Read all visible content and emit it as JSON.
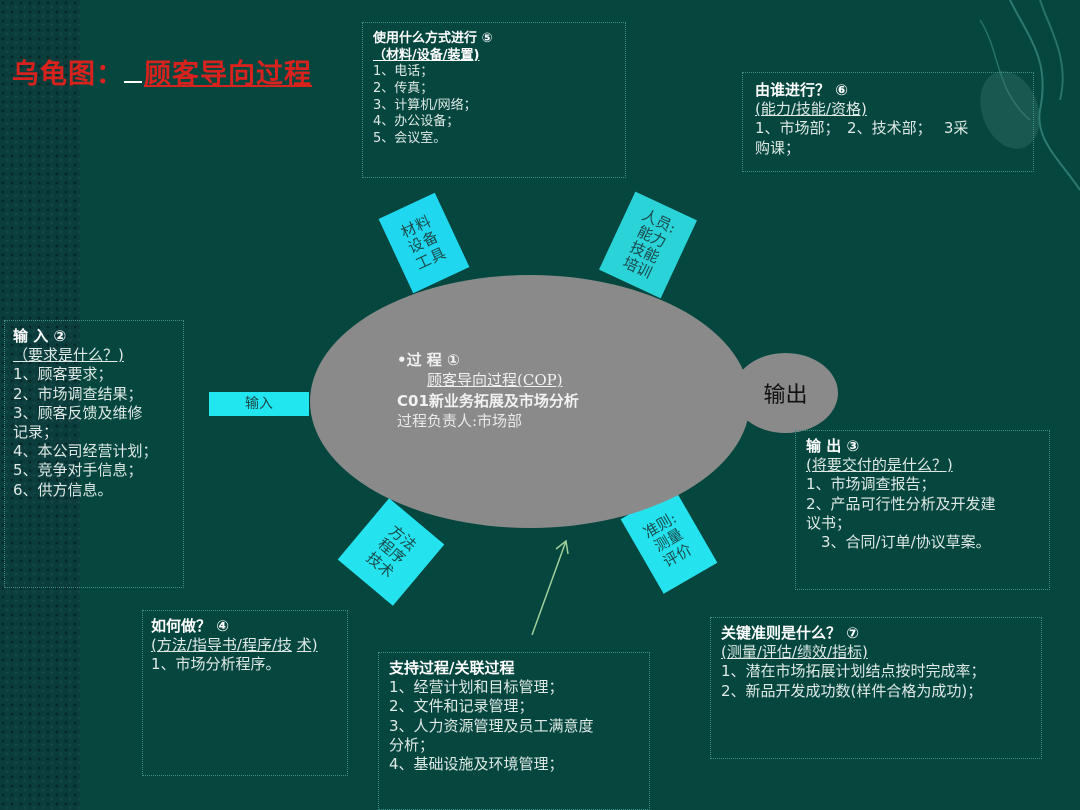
{
  "title": {
    "prefix": "乌龟图：",
    "subject": "顾客导向过程"
  },
  "process": {
    "heading": "•过 程 ①",
    "name": "顾客导向过程(COP)",
    "code_title": "C01新业务拓展及市场分析",
    "owner": "过程负责人:市场部"
  },
  "output_bubble": "输出",
  "tabs": {
    "input": "输入",
    "material": "材料设备工具",
    "people": "人员:能力技能培训",
    "method": "方法程序技术",
    "criteria": "准则:测量评价"
  },
  "boxes": {
    "tools": {
      "heading": "使用什么方式进行 ⑤",
      "subheading": "（材料/设备/装置)",
      "items": [
        "1、电话；",
        "2、传真；",
        "3、计算机/网络；",
        "4、办公设备；",
        "5、会议室。"
      ]
    },
    "who": {
      "heading": "由谁进行？ ⑥",
      "subheading": "(能力/技能/资格)",
      "items": [
        "1、市场部；　2、技术部；　 3采",
        "购课；"
      ]
    },
    "input": {
      "heading": "输 入 ②",
      "subheading": "（要求是什么？)",
      "items": [
        "1、顾客要求；",
        "2、市场调查结果；",
        "3、顾客反馈及维修",
        "记录；",
        "4、本公司经营计划；",
        "5、竞争对手信息；",
        "6、供方信息。"
      ]
    },
    "output": {
      "heading": "输 出 ③",
      "subheading": "(将要交付的是什么？)",
      "items": [
        "1、市场调查报告；",
        "2、产品可行性分析及开发建",
        "议书；",
        "　3、合同/订单/协议草案。"
      ]
    },
    "how": {
      "heading": "如何做？ ④",
      "subheading_line1": "(方法/指导书/程序/技",
      "subheading_line2": "术)",
      "items": [
        "1、市场分析程序。"
      ]
    },
    "support": {
      "heading": "支持过程/关联过程",
      "items": [
        "1、经营计划和目标管理；",
        "2、文件和记录管理；",
        "3、人力资源管理及员工满意度",
        "分析；",
        "4、基础设施及环境管理；"
      ]
    },
    "criteria": {
      "heading": "关键准则是什么？ ⑦",
      "subheading": "(测量/评估/绩效/指标)",
      "items": [
        "1、潜在市场拓展计划结点按时完成率；",
        "2、新品开发成功数(样件合格为成功)；"
      ]
    }
  },
  "colors": {
    "background": "#05463f",
    "left_strip": "#0a3d3b",
    "title_red": "#d8221d",
    "ellipse_gray": "#8a8a8a",
    "tab_cyan": "#22e6ef",
    "box_border": "#3f8f84",
    "arrow": "#9fd09a"
  }
}
